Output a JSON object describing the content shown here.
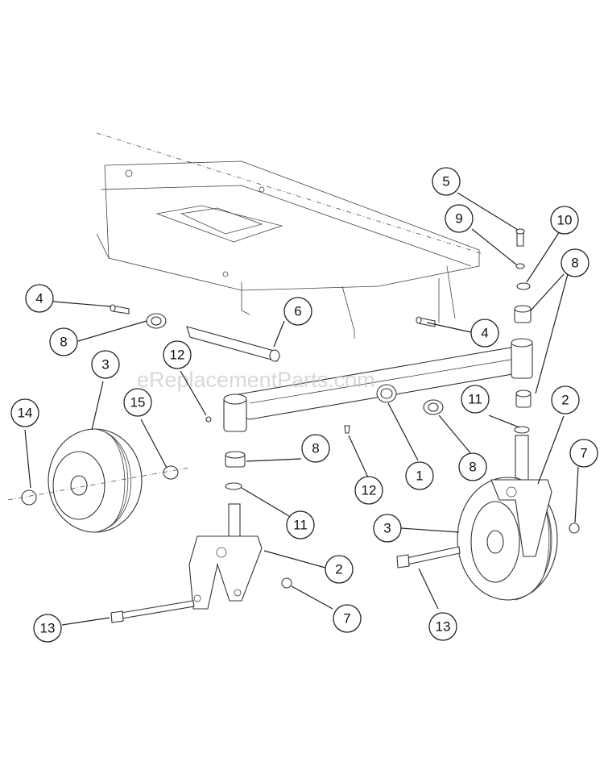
{
  "watermark": "eReplacementParts.com",
  "callouts": [
    {
      "label": "5"
    },
    {
      "label": "9"
    },
    {
      "label": "10"
    },
    {
      "label": "8"
    },
    {
      "label": "4"
    },
    {
      "label": "6"
    },
    {
      "label": "4"
    },
    {
      "label": "8"
    },
    {
      "label": "3"
    },
    {
      "label": "12"
    },
    {
      "label": "14"
    },
    {
      "label": "15"
    },
    {
      "label": "2"
    },
    {
      "label": "11"
    },
    {
      "label": "7"
    },
    {
      "label": "8"
    },
    {
      "label": "11"
    },
    {
      "label": "1"
    },
    {
      "label": "8"
    },
    {
      "label": "12"
    },
    {
      "label": "3"
    },
    {
      "label": "2"
    },
    {
      "label": "13"
    },
    {
      "label": "7"
    },
    {
      "label": "13"
    }
  ]
}
